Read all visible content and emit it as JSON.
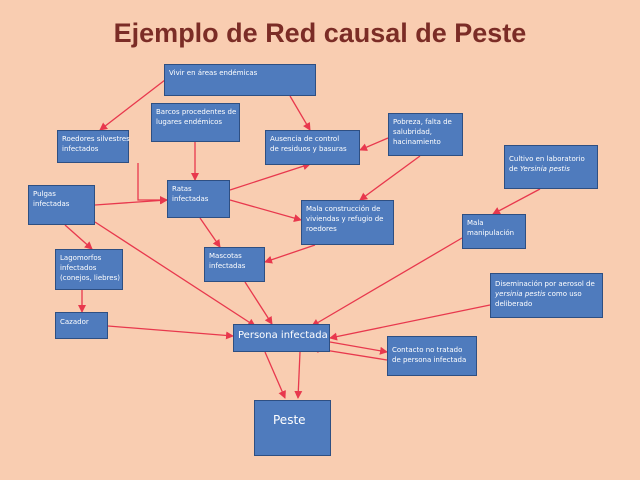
{
  "title": "Ejemplo de Red causal de Peste",
  "colors": {
    "background": "#F9CDB1",
    "box": "#4F7BBD",
    "box_border": "#2E4F82",
    "arrow": "#E8384D",
    "title": "#7B2C26"
  },
  "nodes": {
    "vivir": {
      "lines": [
        "Vivir en áreas endémicas"
      ]
    },
    "roedores": {
      "lines": [
        "Roedores silvestres",
        "infectados"
      ]
    },
    "barcos": {
      "lines": [
        "Barcos procedentes de",
        "lugares endémicos"
      ]
    },
    "ausencia": {
      "lines": [
        "Ausencia de control",
        "de residuos y basuras"
      ]
    },
    "pobreza": {
      "lines": [
        "Pobreza, falta de",
        "salubridad,",
        "hacinamiento"
      ]
    },
    "cultivo": {
      "line1": "Cultivo en laboratorio",
      "line2_pre": "de ",
      "line2_italic": "Yersinia pestis"
    },
    "pulgas": {
      "lines": [
        "Pulgas",
        "infectadas"
      ]
    },
    "ratas": {
      "lines": [
        "Ratas",
        "infectadas"
      ]
    },
    "mala_construccion": {
      "lines": [
        "Mala construcción de",
        "viviendas y refugio de",
        "roedores"
      ]
    },
    "mala_manipulacion": {
      "lines": [
        "Mala",
        "manipulación"
      ]
    },
    "lagomorfos": {
      "lines": [
        "Lagomorfos",
        "infectados",
        "(conejos, liebres)"
      ]
    },
    "mascotas": {
      "lines": [
        "Mascotas",
        "infectadas"
      ]
    },
    "diseminacion": {
      "line1": "Diseminación por aerosol de",
      "line2_italic": "yersinia pestis",
      "line2_post": " como uso",
      "line3": "deliberado"
    },
    "cazador": {
      "lines": [
        "Cazador"
      ]
    },
    "persona": {
      "lines": [
        "Persona infectada"
      ]
    },
    "contacto": {
      "lines": [
        "Contacto no tratado",
        "de persona infectada"
      ]
    },
    "peste": {
      "lines": [
        "Peste"
      ]
    }
  }
}
